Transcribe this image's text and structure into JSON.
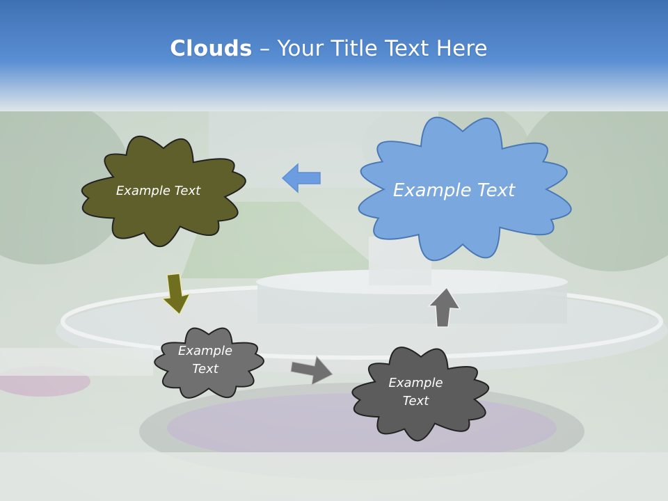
{
  "slide": {
    "title_bold": "Clouds",
    "title_dash": " – ",
    "title_rest": "Your Title Text Here"
  },
  "clouds": [
    {
      "id": "olive",
      "text": "Example Text",
      "color": "#5f5f2b"
    },
    {
      "id": "blue",
      "text": "Example Text",
      "color": "#7aa7dd"
    },
    {
      "id": "gray-small",
      "line1": "Example",
      "line2": "Text",
      "color": "#707070"
    },
    {
      "id": "gray-dark",
      "line1": "Example",
      "line2": "Text",
      "color": "#5c5c5c"
    }
  ],
  "colors": {
    "title_band": "#4b7fc7",
    "arrow_blue": "#6b9de0",
    "arrow_olive": "#6f6f1f",
    "arrow_gray": "#707070"
  }
}
